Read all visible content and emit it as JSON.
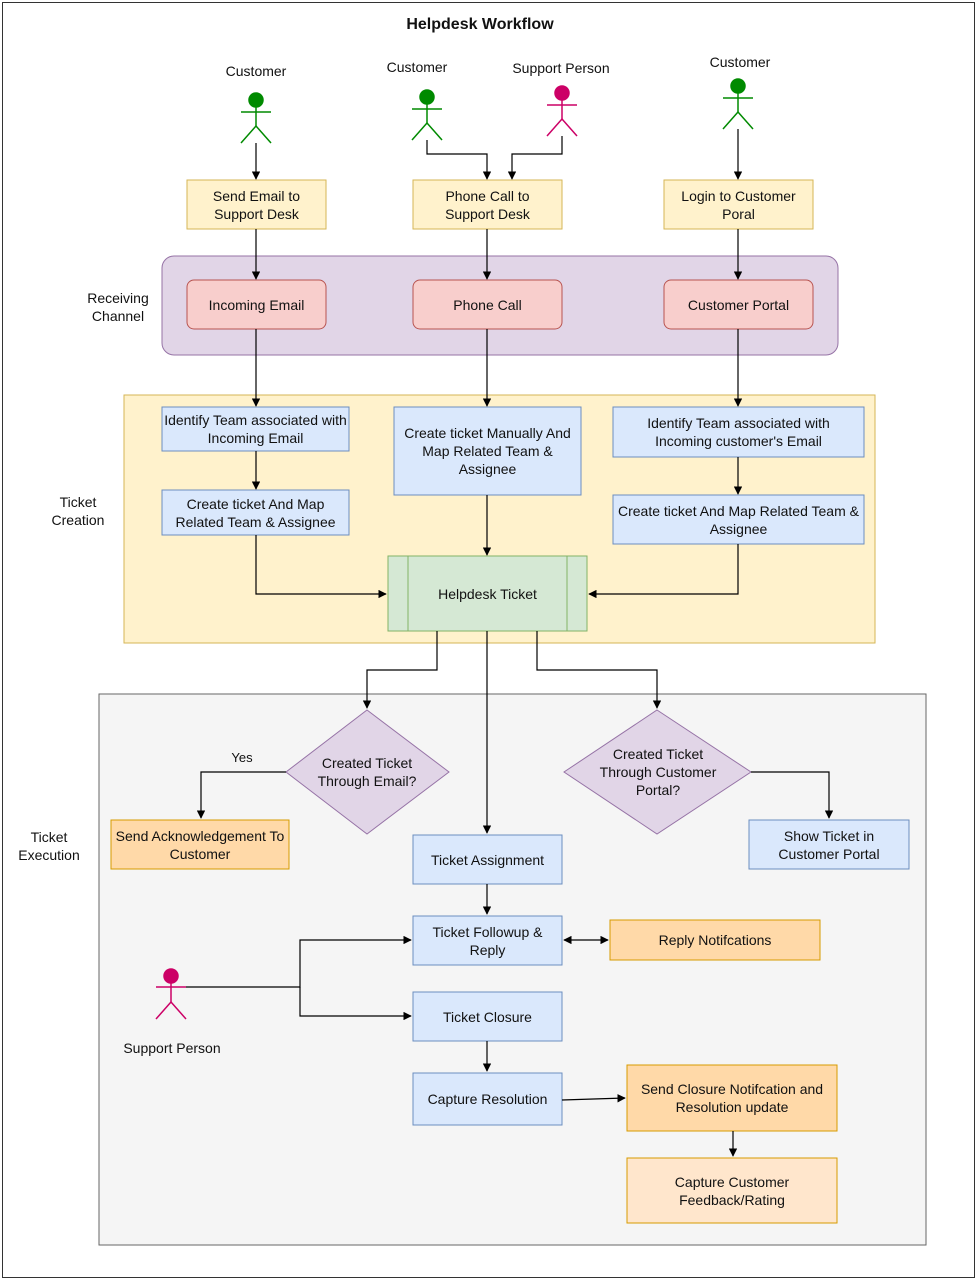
{
  "title": "Helpdesk Workflow",
  "actors": {
    "customer_email": "Customer",
    "customer_phone": "Customer",
    "support_phone": "Support Person",
    "customer_portal": "Customer",
    "support_exec": "Support Person"
  },
  "channels": {
    "send_email": "Send Email to Support Desk",
    "phone_call_to_desk": "Phone Call to Support Desk",
    "login_portal": "Login to Customer Poral"
  },
  "receiving": {
    "label": "Receiving Channel",
    "incoming_email": "Incoming Email",
    "phone_call": "Phone Call",
    "customer_portal": "Customer Portal"
  },
  "creation": {
    "label": "Ticket Creation",
    "identify_email": "Identify Team associated with Incoming Email",
    "create_map_email": "Create ticket And Map Related Team & Assignee",
    "create_manual": "Create ticket Manually And Map Related Team & Assignee",
    "identify_portal": "Identify Team associated with Incoming customer's Email",
    "create_map_portal": "Create ticket And Map Related Team & Assignee",
    "helpdesk_ticket": "Helpdesk Ticket"
  },
  "execution": {
    "label": "Ticket Execution",
    "decision_email": "Created Ticket Through Email?",
    "yes_label": "Yes",
    "decision_portal": "Created Ticket Through Customer Portal?",
    "send_ack": "Send  Acknowledgement To Customer",
    "show_portal": "Show Ticket in Customer Portal",
    "assignment": "Ticket Assignment",
    "followup": "Ticket Followup & Reply",
    "reply_notif": "Reply Notifcations",
    "closure": "Ticket Closure",
    "capture_resolution": "Capture Resolution",
    "closure_notif": "Send Closure Notifcation and Resolution update",
    "feedback": "Capture Customer Feedback/Rating"
  },
  "colors": {
    "yellow_fill": "#fff2cc",
    "yellow_stroke": "#d6b656",
    "red_fill": "#f8cecc",
    "red_stroke": "#b85450",
    "blue_fill": "#dae8fc",
    "blue_stroke": "#6c8ebf",
    "green_fill": "#d5e8d4",
    "green_stroke": "#82b366",
    "purple_fill": "#e1d5e7",
    "purple_stroke": "#9673a6",
    "orange_fill": "#ffd9a8",
    "orange_stroke": "#d79b00",
    "gray_fill": "#f5f5f5",
    "gray_stroke": "#666666",
    "actor_green": "#008a00",
    "actor_pink": "#cc0066"
  }
}
